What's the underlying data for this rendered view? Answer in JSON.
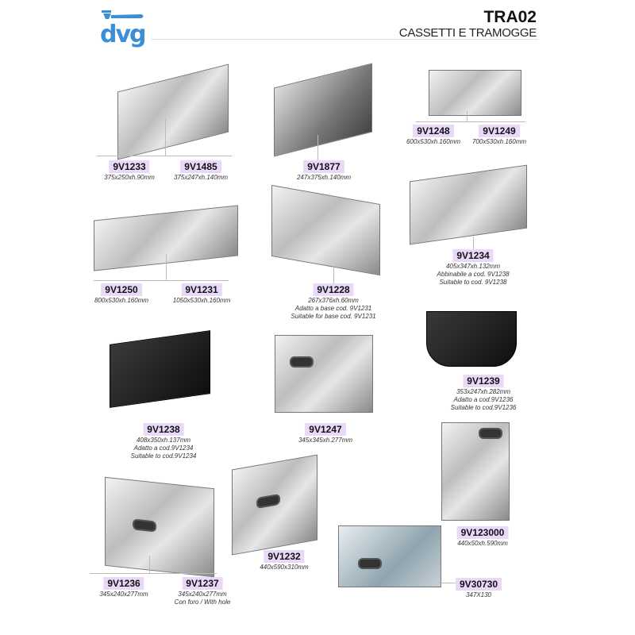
{
  "header": {
    "logo_text": "dvg",
    "catalog_code": "TRA02",
    "subtitle": "CASSETTI E TRAMOGGE"
  },
  "products": [
    {
      "code": "9V1233",
      "lines": [
        "375x250xh.90mm"
      ]
    },
    {
      "code": "9V1485",
      "lines": [
        "375x247xh.140mm"
      ]
    },
    {
      "code": "9V1877",
      "lines": [
        "247x375xh.140mm"
      ]
    },
    {
      "code": "9V1248",
      "lines": [
        "600x530xh.160mm"
      ]
    },
    {
      "code": "9V1249",
      "lines": [
        "700x530xh.160mm"
      ]
    },
    {
      "code": "9V1250",
      "lines": [
        "800x530xh.160mm"
      ]
    },
    {
      "code": "9V1231",
      "lines": [
        "1050x530xh.160mm"
      ]
    },
    {
      "code": "9V1228",
      "lines": [
        "267x376xh.60mm",
        "Adatto a base cod. 9V1231",
        "Suitable for base cod. 9V1231"
      ]
    },
    {
      "code": "9V1234",
      "lines": [
        "405x347xh.132mm",
        "Abbinabile a cod. 9V1238",
        "Suitable to cod. 9V1238"
      ]
    },
    {
      "code": "9V1238",
      "lines": [
        "408x350xh.137mm",
        "Adatto a cod.9V1234",
        "Suitable to cod.9V1234"
      ]
    },
    {
      "code": "9V1247",
      "lines": [
        "345x345xh.277mm"
      ]
    },
    {
      "code": "9V1239",
      "lines": [
        "353x247xh.282mm",
        "Adatto a cod.9V1236",
        "Suitable to cod.9V1236"
      ]
    },
    {
      "code": "9V123000",
      "lines": [
        "440x50xh.590mm"
      ]
    },
    {
      "code": "9V1236",
      "lines": [
        "345x240x277mm"
      ]
    },
    {
      "code": "9V1237",
      "lines": [
        "345x240x277mm",
        "Con foro / With hole"
      ]
    },
    {
      "code": "9V1232",
      "lines": [
        "440x590x310mm"
      ]
    },
    {
      "code": "9V30730",
      "lines": [
        "347X130"
      ]
    }
  ],
  "colors": {
    "brand_blue": "#3a8fd6",
    "badge_bg": "#e9d8f8"
  }
}
